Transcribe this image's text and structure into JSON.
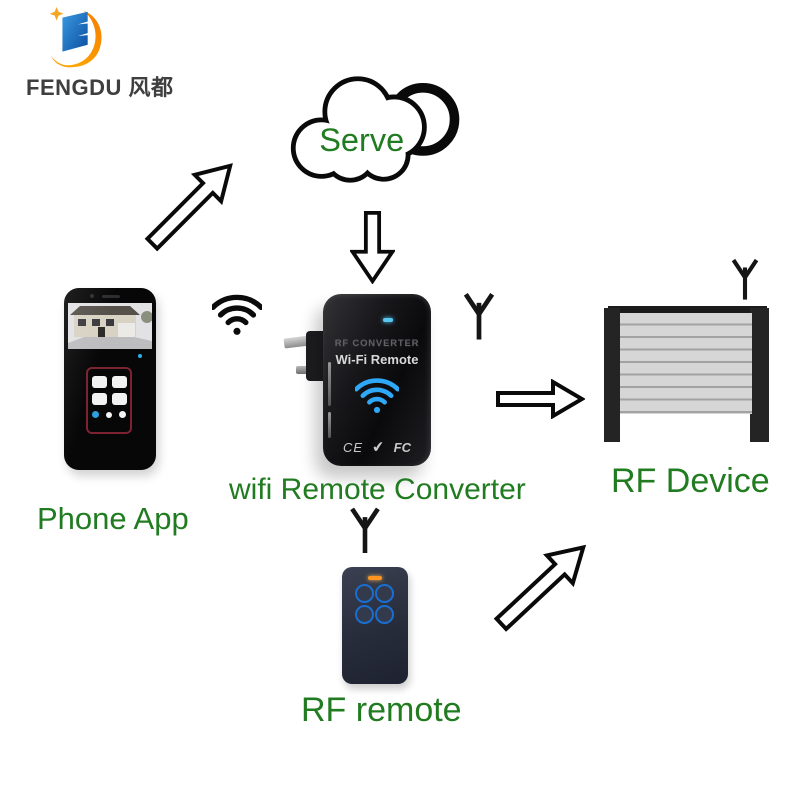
{
  "brand": {
    "logo_text": "FENGDU 风都"
  },
  "labels": {
    "cloud": "Serve",
    "phone": "Phone App",
    "converter": "wifi Remote Converter",
    "rf_device": "RF Device",
    "rf_remote": "RF remote"
  },
  "converter_device": {
    "title": "RF CONVERTER",
    "subtitle": "Wi-Fi Remote",
    "cert_ce": "CE",
    "cert_check": "✔",
    "cert_fc": "FC"
  },
  "icons": {
    "wifi_signal": "black wifi arcs between phone and converter",
    "wifi_blue": "blue wifi arcs on converter face",
    "antenna": "Y-shaped RF antenna (x3)",
    "cloud": "double outlined cloud",
    "arrows": "white outlined arrows (phone→cloud, cloud→converter, converter→device, remote→device)"
  },
  "colors": {
    "label_green": "#217c21",
    "wifi_blue": "#2ea8f7",
    "logo_blue": "#1565c0",
    "logo_orange": "#f59c00",
    "remote_ring_blue": "#1a6ed0",
    "led_orange": "#ff9422",
    "device_black": "#0a0a0c"
  }
}
